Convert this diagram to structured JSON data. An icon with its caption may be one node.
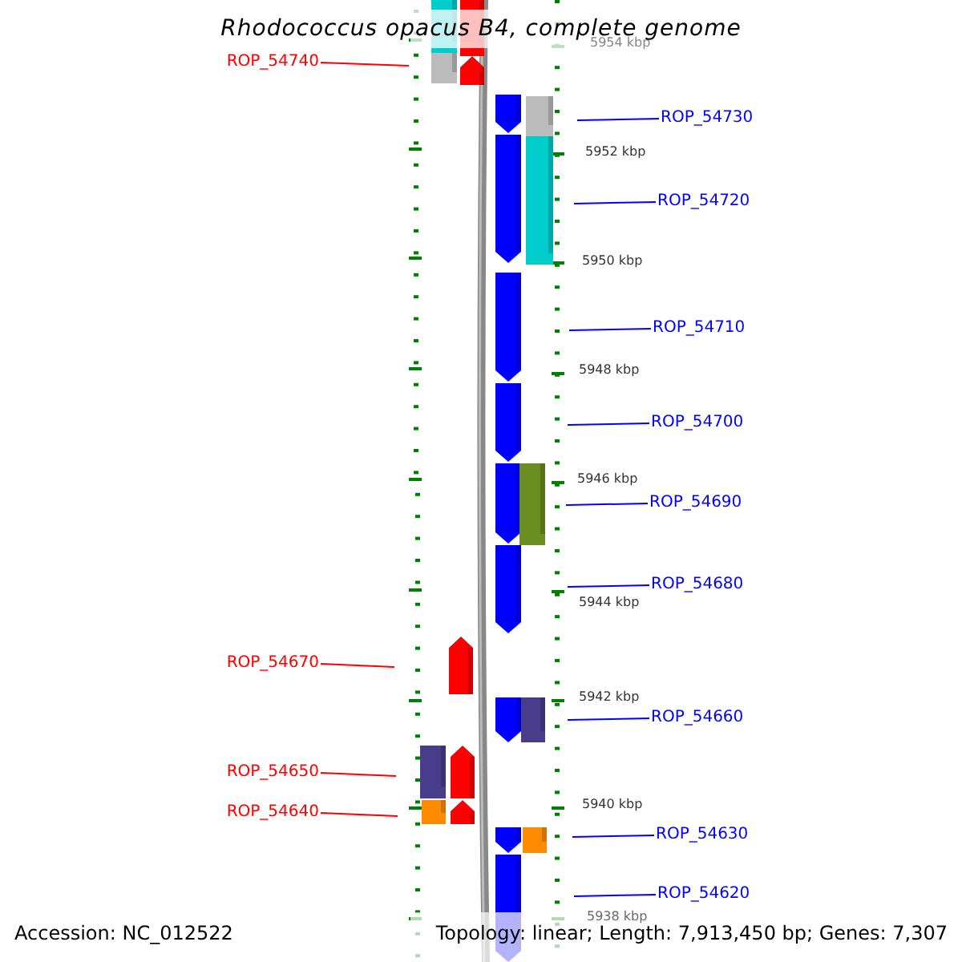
{
  "diagram": {
    "title": "Rhodococcus opacus B4, complete genome",
    "nodes": [
      {
        "text": [
          "ROP_54740"
        ]
      },
      {
        "text": [
          "ROP_54730"
        ]
      },
      {
        "text": [
          "ROP_54720"
        ]
      },
      {
        "text": [
          "ROP_54710"
        ]
      },
      {
        "text": [
          "ROP_54700"
        ]
      },
      {
        "text": [
          "ROP_54690"
        ]
      },
      {
        "text": [
          "ROP_54680"
        ]
      },
      {
        "text": [
          "ROP_54670"
        ]
      },
      {
        "text": [
          "ROP_54660"
        ]
      },
      {
        "text": [
          "ROP_54650"
        ]
      },
      {
        "text": [
          "ROP_54640"
        ]
      },
      {
        "text": [
          "ROP_54630"
        ]
      },
      {
        "text": [
          "ROP_54620"
        ]
      }
    ],
    "edges": [
      {
        "from": 0,
        "to": null,
        "arrow": "none",
        "color": "#ff0000"
      },
      {
        "from": 1,
        "to": null,
        "arrow": "none"
      },
      {
        "from": 2,
        "to": null,
        "arrow": "none"
      },
      {
        "from": 3,
        "to": null,
        "arrow": "none"
      },
      {
        "from": 4,
        "to": null,
        "arrow": "none"
      },
      {
        "from": 5,
        "to": null,
        "arrow": "none"
      },
      {
        "from": 6,
        "to": null,
        "arrow": "none"
      },
      {
        "from": 7,
        "to": null,
        "arrow": "none",
        "color": "#ff0000"
      },
      {
        "from": 8,
        "to": null,
        "arrow": "none"
      },
      {
        "from": 9,
        "to": null,
        "arrow": "none",
        "color": "#ff0000"
      },
      {
        "from": 10,
        "to": null,
        "arrow": "none",
        "color": "#ff0000"
      },
      {
        "from": 11,
        "to": null,
        "arrow": "none"
      },
      {
        "from": 12,
        "to": null,
        "arrow": "none"
      }
    ],
    "labels": [
      "5954 kbp",
      "5952 kbp",
      "5950 kbp",
      "5948 kbp",
      "5946 kbp",
      "5944 kbp",
      "5942 kbp",
      "5940 kbp",
      "5938 kbp",
      "Accession: NC_012522",
      "Topology: linear; Length: 7,913,450 bp; Genes: 7,307"
    ]
  }
}
